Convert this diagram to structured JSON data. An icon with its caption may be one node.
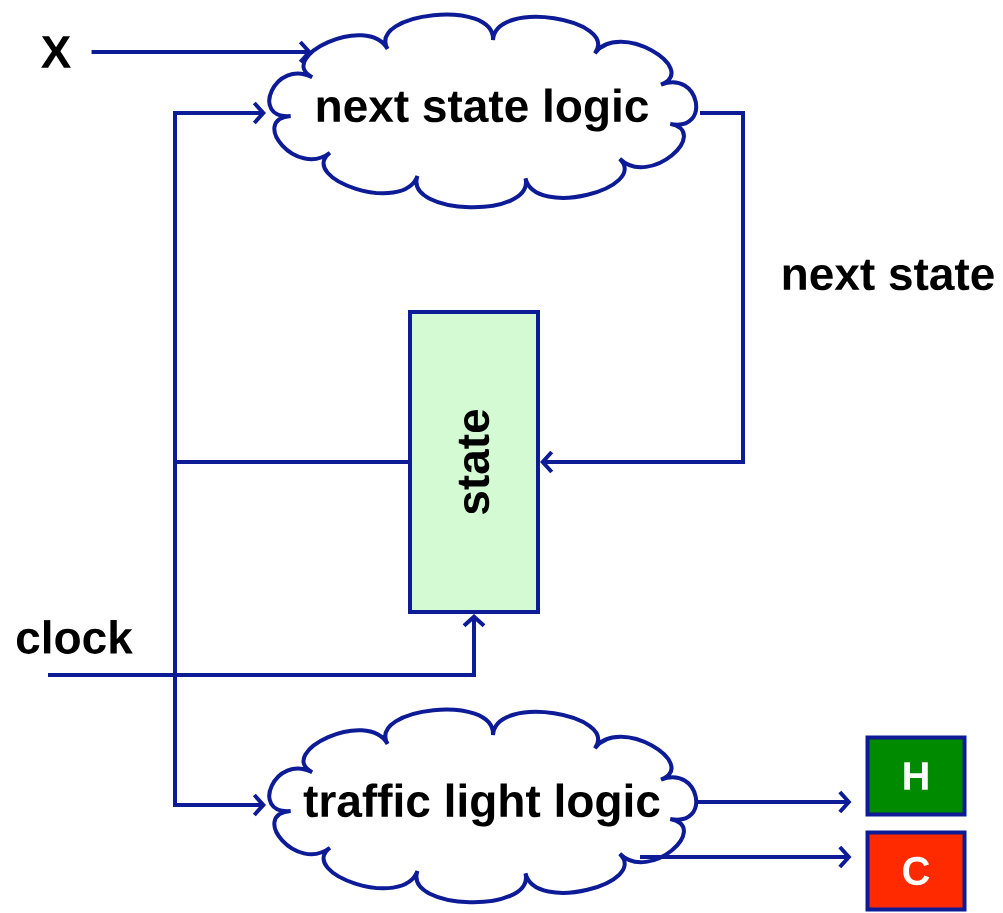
{
  "diagram": {
    "nodes": [
      {
        "text": [
          "X"
        ]
      },
      {
        "text": [
          "next state logic"
        ]
      },
      {
        "text": [
          "state"
        ]
      },
      {
        "text": [
          "clock"
        ]
      },
      {
        "text": [
          "traffic light logic"
        ]
      },
      {
        "text": [
          "H"
        ]
      },
      {
        "text": [
          "C"
        ]
      }
    ],
    "edges": [
      {
        "from": 0,
        "to": 1,
        "arrow": "to"
      },
      {
        "from": 1,
        "to": 2,
        "arrow": "to",
        "label": "next state"
      },
      {
        "from": 2,
        "to": 1,
        "arrow": "to"
      },
      {
        "from": 2,
        "to": 4,
        "arrow": "to"
      },
      {
        "from": 3,
        "to": 2,
        "arrow": "to"
      },
      {
        "from": 4,
        "to": 5,
        "arrow": "to"
      },
      {
        "from": 4,
        "to": 6,
        "arrow": "to"
      }
    ]
  }
}
